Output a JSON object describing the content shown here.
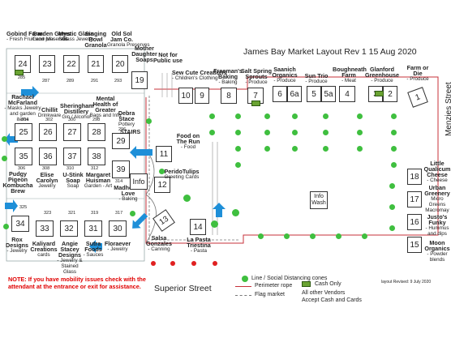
{
  "title": "James Bay Market Layout Rev 1 15 Aug 2020",
  "streets": {
    "superior": "Superior Street",
    "menzies": "Menzies Street"
  },
  "top_row": [
    {
      "num": "24",
      "name": "Gobind Farm",
      "sub": "- Fresh Fruit and preserves",
      "extra": "285"
    },
    {
      "num": "23",
      "name": "Garden Gems",
      "sub": "Grow Mix - Soil",
      "extra": "287"
    },
    {
      "num": "22",
      "name": "Mystic Glass",
      "sub": "- Glass Jewelry",
      "extra": "289"
    },
    {
      "num": "21",
      "name": "Singing Bowl Granola",
      "sub": "",
      "extra": "291"
    },
    {
      "num": "20",
      "name": "Old Sol Jam Co.",
      "sub": "Granola Preserves",
      "extra": "293"
    },
    {
      "num": "19",
      "name": "Mother Daughter Soaps",
      "sub": "",
      "extra": ""
    }
  ],
  "left_rows": [
    {
      "num": "25",
      "name": "Rachael McFarland",
      "sub": "- Masks Jewelry and garden items",
      "extra": "304"
    },
    {
      "num": "26",
      "name": "Chillit",
      "sub": "Drinkware",
      "extra": "302"
    },
    {
      "num": "27",
      "name": "Sheringham Distillery",
      "sub": "Gin / Alcohol",
      "extra": "300"
    },
    {
      "num": "28",
      "name": "Mental Health of Greater",
      "sub": "Bags and Info",
      "extra": "298"
    },
    {
      "num": "29",
      "name": "Debra Stace",
      "sub": "Pottery",
      "extra": "296"
    },
    {
      "num": "35",
      "name": "Pudgy Pigeon Kombucha Brew",
      "sub": "",
      "extra": "306"
    },
    {
      "num": "36",
      "name": "Elise Carolyn",
      "sub": "Jewelry",
      "extra": "308"
    },
    {
      "num": "37",
      "name": "U-Stink Soap",
      "sub": "Soap",
      "extra": "310"
    },
    {
      "num": "38",
      "name": "Margaret Huisman",
      "sub": "Garden - Art",
      "extra": "312"
    },
    {
      "num": "39",
      "name": "Madhouse Love",
      "sub": "- Baking",
      "extra": "314"
    }
  ],
  "bottom_row": [
    {
      "num": "34",
      "name": "Rox Designs",
      "sub": "- Jewelry",
      "extra": "325"
    },
    {
      "num": "33",
      "name": "Kaliyard Creations",
      "sub": "cards",
      "extra": "323"
    },
    {
      "num": "32",
      "name": "Angie Stacey Designs",
      "sub": "- Jewelry & Stained Glass",
      "extra": "321"
    },
    {
      "num": "31",
      "name": "Sutra Foods",
      "sub": "- Sauces",
      "extra": "319"
    },
    {
      "num": "30",
      "name": "Floraever",
      "sub": "- Jewelry",
      "extra": "317"
    }
  ],
  "middle": [
    {
      "num": "10",
      "name": "Sew Cute Creations",
      "sub": "- Children's Clothing"
    },
    {
      "num": "9",
      "name": "",
      "sub": ""
    },
    {
      "num": "8",
      "name": "Freeman's Baking",
      "sub": "- Baking"
    },
    {
      "num": "7",
      "name": "Salt Spring Sprouts",
      "sub": "- Produce"
    },
    {
      "num": "6",
      "name": "Saanich Organics",
      "sub": "- Produce"
    },
    {
      "num": "6a",
      "name": "",
      "sub": ""
    },
    {
      "num": "5",
      "name": "Sun Trio",
      "sub": "- Produce"
    },
    {
      "num": "5a",
      "name": "",
      "sub": ""
    },
    {
      "num": "4",
      "name": "Boughneath Farm",
      "sub": "- Meat"
    },
    {
      "num": "3",
      "name": "Glanford Greenhouse",
      "sub": "- Produce"
    },
    {
      "num": "2",
      "name": "",
      "sub": ""
    },
    {
      "num": "1",
      "name": "Farm or Die",
      "sub": "- Produce"
    }
  ],
  "right_col": [
    {
      "num": "18",
      "name": "Little Qualicum Cheese",
      "sub": "- Cheese"
    },
    {
      "num": "17",
      "name": "Urban Greenery",
      "sub": "Micro Greens Macromay"
    },
    {
      "num": "16",
      "name": "Justo's Funky",
      "sub": "- Hummus and dips"
    },
    {
      "num": "15",
      "name": "Moon Organics",
      "sub": "- Powder blends"
    }
  ],
  "inner": [
    {
      "num": "11",
      "name": "Food on The Run",
      "sub": "- Food"
    },
    {
      "num": "12",
      "name": "PeridoTulips",
      "sub": "Greeting Cards"
    },
    {
      "num": "13",
      "name": "Salsa Gonzales",
      "sub": "- Canning"
    },
    {
      "num": "14",
      "name": "La Pasta Triestina",
      "sub": "- Pasta"
    }
  ],
  "labels": {
    "not_public": "Not for Public use",
    "stairs": "STAIRS",
    "info": "Info",
    "info_wash": "Info Wash",
    "layout_revised": "layout Revised: 9 July 2020"
  },
  "legend": {
    "line": "Line / Social Distancing cones",
    "cash_only": "Cash Only",
    "perimeter": "Perimeter rope",
    "flag": "Flag market",
    "all_other": "All other Vendors",
    "accept": "Accept Cash and Cards"
  },
  "note": "NOTE: If you have mobility issues check with the attendant at the entrance or exit for assistance.",
  "colors": {
    "cone": "#3fbf3f",
    "arrow": "#1e8fd8",
    "note": "#e00000",
    "rope": "#c7303a",
    "cash": "#6aa332"
  }
}
